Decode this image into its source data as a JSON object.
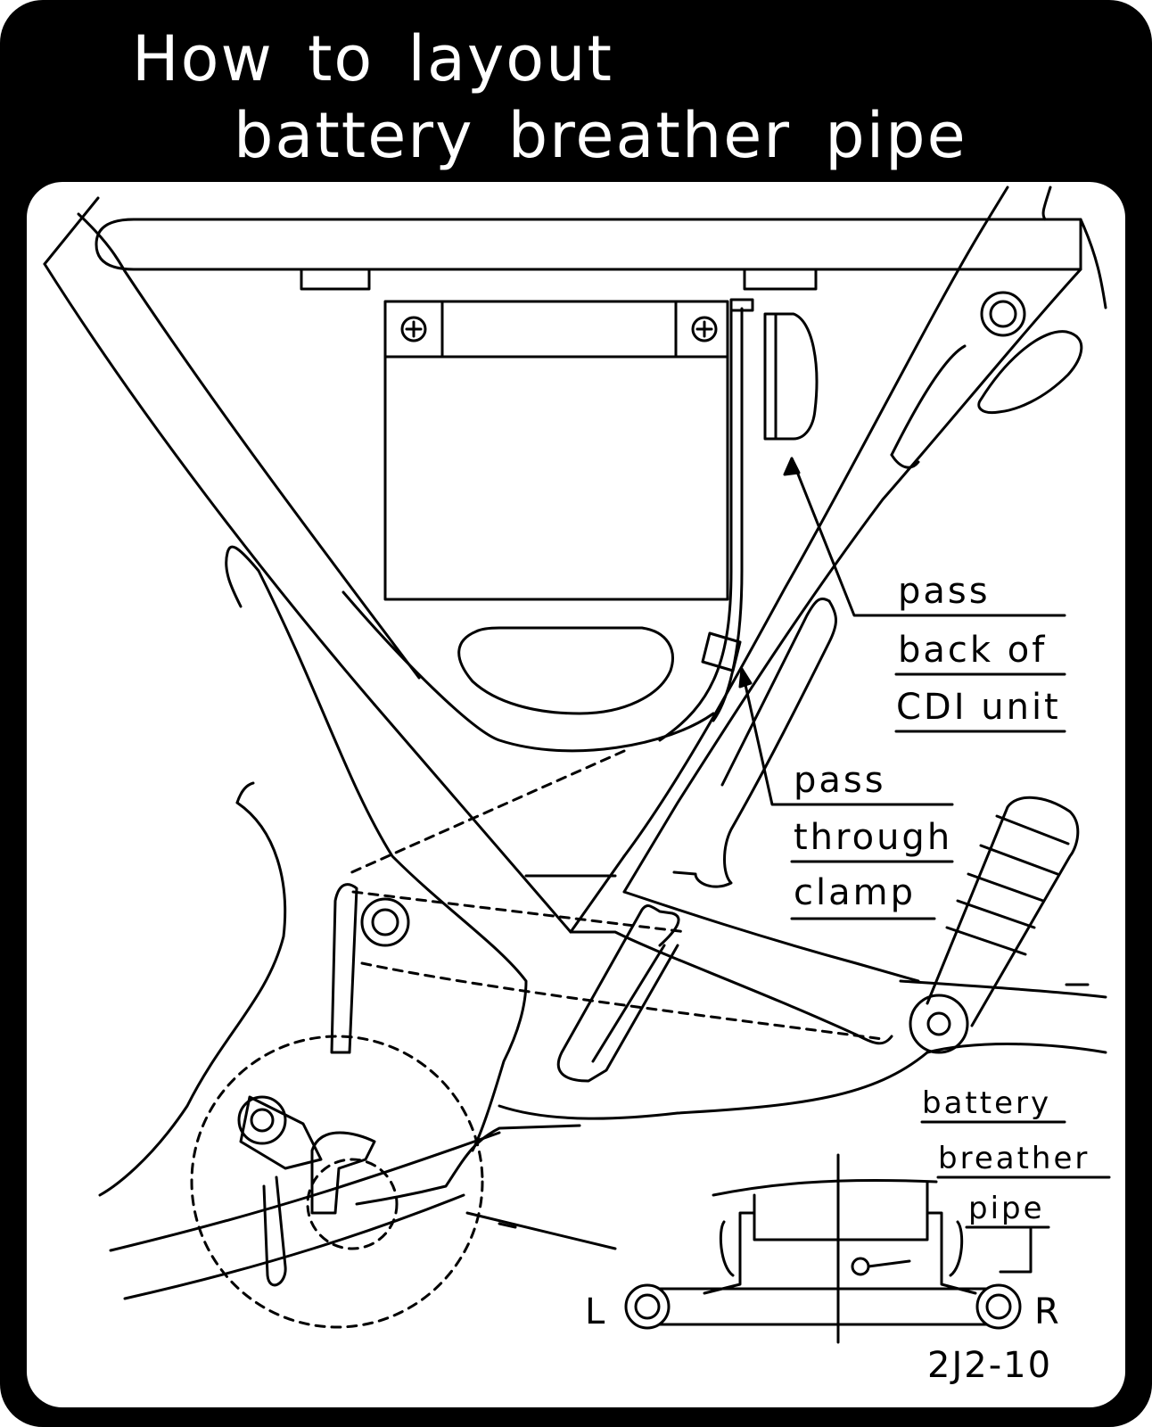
{
  "title": {
    "line1": "How to layout",
    "line2": "battery breather pipe"
  },
  "labels": {
    "cdi": [
      "pass",
      "back of",
      "CDI unit"
    ],
    "clamp": [
      "pass",
      "through",
      "clamp"
    ],
    "pipe": [
      "battery",
      "breather",
      "pipe"
    ]
  },
  "side_left": "L",
  "side_right": "R",
  "part_code": "2J2-10",
  "colors": {
    "background": "#000000",
    "panel": "#ffffff",
    "ink": "#000000"
  }
}
